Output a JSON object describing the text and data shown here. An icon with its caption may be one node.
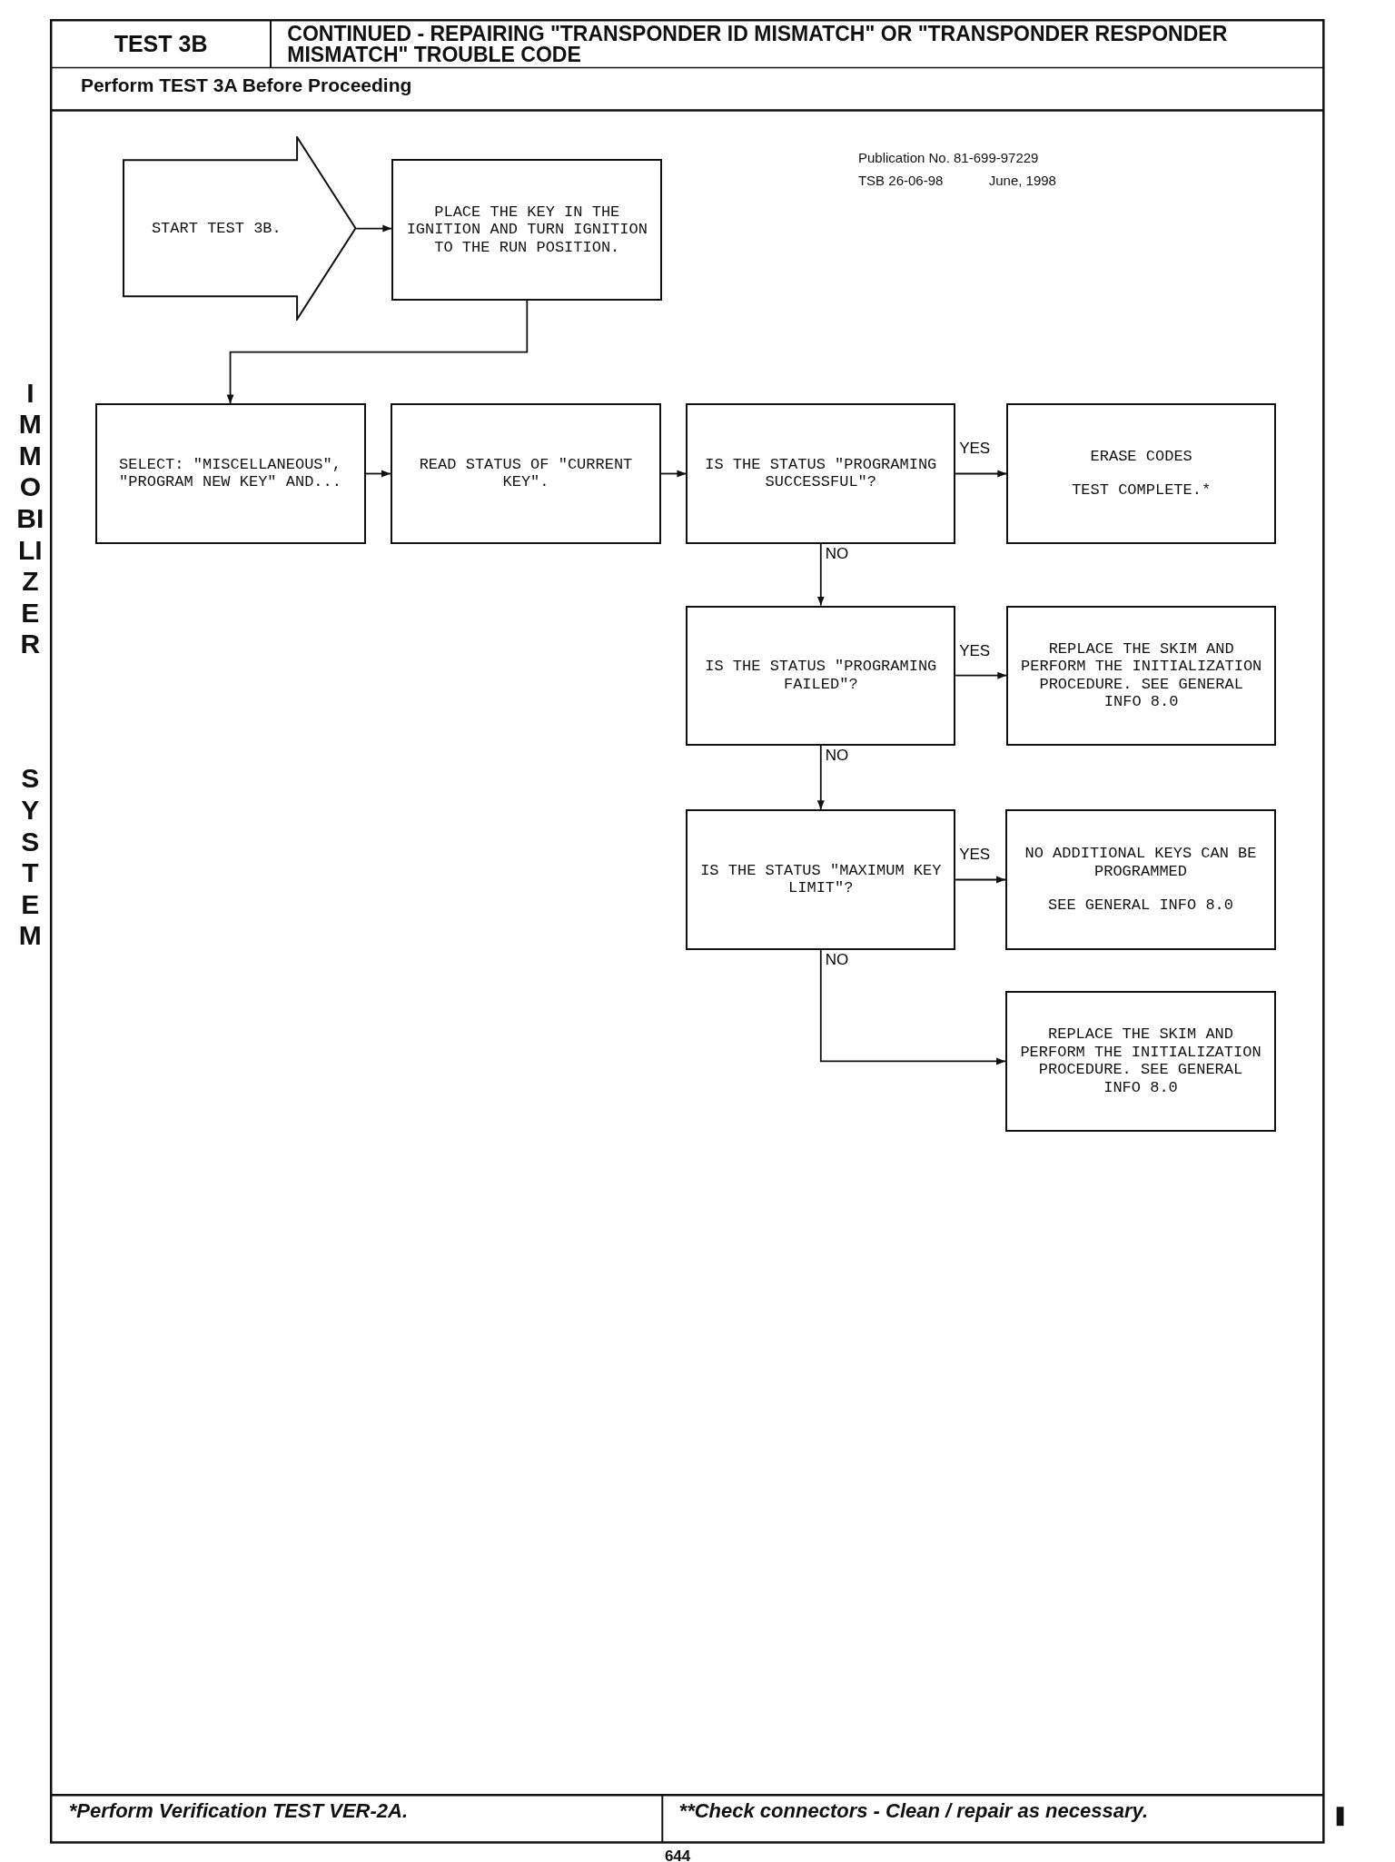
{
  "diagram": {
    "title": "CONTINUED - REPAIRING \"TRANSPONDER ID MISMATCH\" OR \"TRANSPONDER RESPONDER MISMATCH\" TROUBLE CODE",
    "nodes": [
      {
        "text": [
          "START TEST 3B."
        ]
      },
      {
        "text": [
          "PLACE THE KEY IN THE IGNITION AND TURN IGNITION TO THE RUN POSITION."
        ]
      },
      {
        "text": [
          "SELECT: \"MISCELLANEOUS\", \"PROGRAM NEW KEY\" AND..."
        ]
      },
      {
        "text": [
          "READ STATUS OF \"CURRENT KEY\"."
        ]
      },
      {
        "text": [
          "IS THE STATUS \"PROGRAMING SUCCESSFUL\"?"
        ]
      },
      {
        "text": [
          "ERASE CODES",
          "TEST COMPLETE.*"
        ]
      },
      {
        "text": [
          "IS THE STATUS \"PROGRAMING FAILED\"?"
        ]
      },
      {
        "text": [
          "REPLACE THE SKIM AND PERFORM THE INITIALIZATION PROCEDURE. SEE GENERAL INFO 8.0"
        ]
      },
      {
        "text": [
          "IS THE STATUS \"MAXIMUM KEY LIMIT\"?"
        ]
      },
      {
        "text": [
          "NO ADDITIONAL KEYS CAN BE PROGRAMMED",
          "SEE GENERAL INFO 8.0"
        ]
      },
      {
        "text": [
          "REPLACE THE SKIM AND PERFORM THE INITIALIZATION PROCEDURE. SEE GENERAL INFO 8.0"
        ]
      }
    ],
    "edges": [
      {
        "from": 0,
        "to": 1,
        "arrow": "to"
      },
      {
        "from": 1,
        "to": 2,
        "arrow": "to"
      },
      {
        "from": 2,
        "to": 3,
        "arrow": "to"
      },
      {
        "from": 3,
        "to": 4,
        "arrow": "to"
      },
      {
        "from": 4,
        "to": 5,
        "arrow": "to",
        "label": "YES"
      },
      {
        "from": 4,
        "to": 6,
        "arrow": "to",
        "label": "NO"
      },
      {
        "from": 6,
        "to": 7,
        "arrow": "to",
        "label": "YES"
      },
      {
        "from": 6,
        "to": 8,
        "arrow": "to",
        "label": "NO"
      },
      {
        "from": 8,
        "to": 9,
        "arrow": "to",
        "label": "YES"
      },
      {
        "from": 8,
        "to": 10,
        "arrow": "to",
        "label": "NO"
      }
    ],
    "labels": [
      "IMMOBILIZER",
      "SYSTEM",
      "TEST 3B",
      "Perform TEST 3A Before Proceeding",
      "Publication No. 81-699-97229",
      "TSB 26-06-98",
      "June, 1998",
      "*Perform Verification TEST VER-2A.",
      "**Check connectors - Clean / repair as necessary.",
      "644"
    ]
  }
}
